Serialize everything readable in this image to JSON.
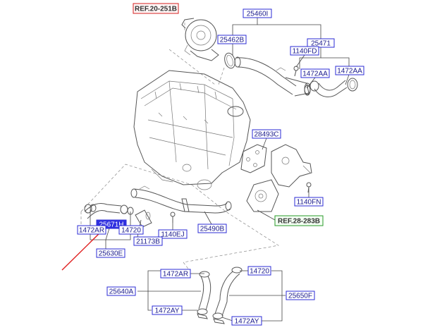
{
  "labels": {
    "ref_20_251b": "REF.20-251B",
    "l25460i": "25460I",
    "l25462b": "25462B",
    "l25471": "25471",
    "l1140fd": "1140FD",
    "l1472aa_a": "1472AA",
    "l1472aa_b": "1472AA",
    "l28493c": "28493C",
    "l1140fn": "1140FN",
    "ref_28_283b": "REF.28-283B",
    "l25671h": "25671H",
    "l1472ar_left": "1472AR",
    "l14720_left": "14720",
    "l1140ej": "1140EJ",
    "l25490b": "25490B",
    "l21173b": "21173B",
    "l25630e": "25630E",
    "l1472ar_bottom": "1472AR",
    "l14720_bottom": "14720",
    "l25640a": "25640A",
    "l25650f": "25650F",
    "l1472ay_left": "1472AY",
    "l1472ay_right": "1472AY"
  },
  "colors": {
    "label_border": "#2b2bd6",
    "label_text": "#1a1a8c",
    "highlight_fill": "#3030e0",
    "ref_red_border": "#d32020",
    "ref_green_border": "#2a9a2a",
    "arrow_red": "#e02020"
  }
}
